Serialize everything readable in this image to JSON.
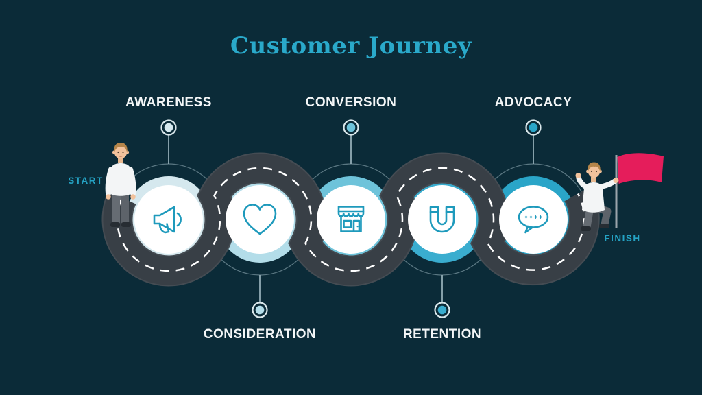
{
  "title": "Customer Journey",
  "start_label": "START",
  "finish_label": "FINISH",
  "stages": [
    {
      "label": "AWARENESS",
      "position": "top",
      "icon": "megaphone-icon",
      "accent": "#d5e8ee"
    },
    {
      "label": "CONSIDERATION",
      "position": "bottom",
      "icon": "heart-icon",
      "accent": "#b3dde9"
    },
    {
      "label": "CONVERSION",
      "position": "top",
      "icon": "storefront-icon",
      "accent": "#6ec3da"
    },
    {
      "label": "RETENTION",
      "position": "bottom",
      "icon": "magnet-icon",
      "accent": "#3aadcf"
    },
    {
      "label": "ADVOCACY",
      "position": "top",
      "icon": "review-bubble-icon",
      "accent": "#2aa5c8"
    }
  ],
  "colors": {
    "background": "#0b2b38",
    "road": "#383f46",
    "road_edge": "#454c53",
    "road_dash": "#ffffff",
    "icon_stroke": "#1e9abc",
    "title": "#2aa9ca",
    "stage_label": "#f3f6f7",
    "start_finish_label": "#25a3c4",
    "flag": "#e51d5b"
  }
}
